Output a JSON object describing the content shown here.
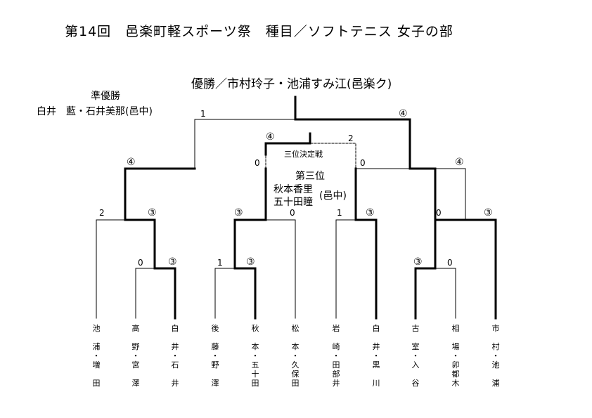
{
  "title": "第14回　邑楽町軽スポーツ祭　種目／ソフトテニス 女子の部",
  "champion": "優勝／市村玲子・池浦すみ江(邑楽ク)",
  "runner_up": {
    "label": "準優勝",
    "names": "白井　藍・石井美那(邑中)"
  },
  "third_place": {
    "match_label": "三位決定戦",
    "label": "第三位",
    "names": [
      "秋本香里",
      "五十田瞳"
    ],
    "team": "(邑中)"
  },
  "scores": {
    "final_left": "1",
    "final_right": "④",
    "third_left": "④",
    "third_right": "2",
    "semi1_left": "④",
    "semi1_right": "0",
    "semi2_left": "0",
    "semi2_right": "④",
    "q1_left": "2",
    "q1_right": "③",
    "q2_left": "③",
    "q2_right": "0",
    "q3_left": "1",
    "q3_right": "③",
    "q4_left": "0",
    "q4_right": "③",
    "r1a_left": "0",
    "r1a_right": "③",
    "r1b_left": "1",
    "r1b_right": "③",
    "r1c_left": "③",
    "r1c_right": "0"
  },
  "players": [
    [
      "池",
      "浦",
      "・",
      "増",
      "田"
    ],
    [
      "高",
      "野",
      "・",
      "宮",
      "澤"
    ],
    [
      "白",
      "井",
      "・",
      "石",
      "井"
    ],
    [
      "後",
      "藤",
      "・",
      "野",
      "澤"
    ],
    [
      "秋",
      "本",
      "・",
      "五",
      "十",
      "田"
    ],
    [
      "松",
      "本",
      "・",
      "久",
      "保",
      "田"
    ],
    [
      "岩",
      "崎",
      "・",
      "田",
      "部",
      "井"
    ],
    [
      "白",
      "井",
      "・",
      "黒",
      "川"
    ],
    [
      "古",
      "室",
      "・",
      "入",
      "谷"
    ],
    [
      "相",
      "場",
      "・",
      "卯",
      "都",
      "木"
    ],
    [
      "市",
      "村",
      "・",
      "池",
      "浦"
    ]
  ]
}
